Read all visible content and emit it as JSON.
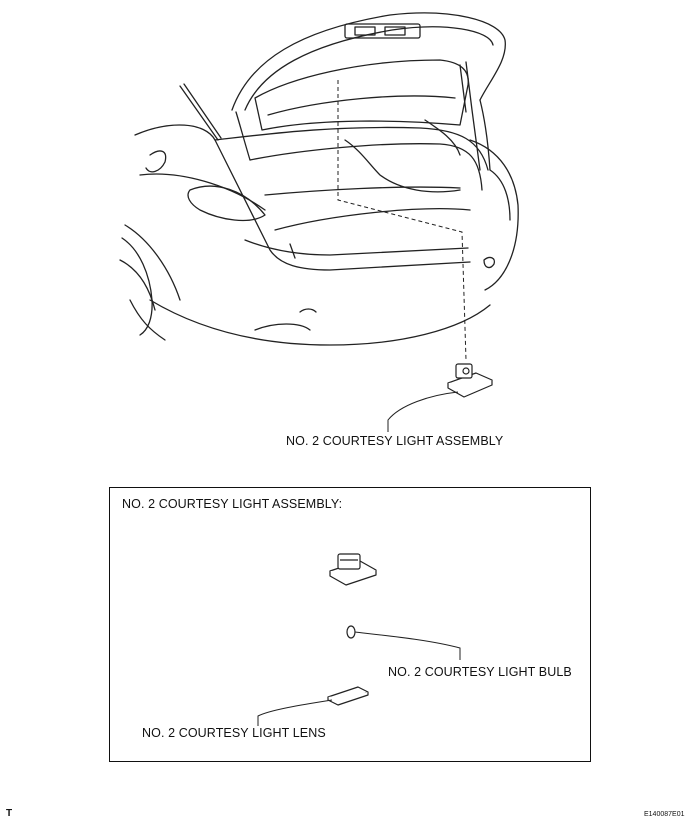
{
  "callouts": {
    "assembly": "NO. 2 COURTESY LIGHT ASSEMBLY",
    "box_title": "NO. 2 COURTESY LIGHT ASSEMBLY:",
    "bulb": "NO. 2 COURTESY LIGHT BULB",
    "lens": "NO. 2 COURTESY LIGHT LENS"
  },
  "footer": {
    "left_mark": "T",
    "figure_code": "E140087E01"
  }
}
